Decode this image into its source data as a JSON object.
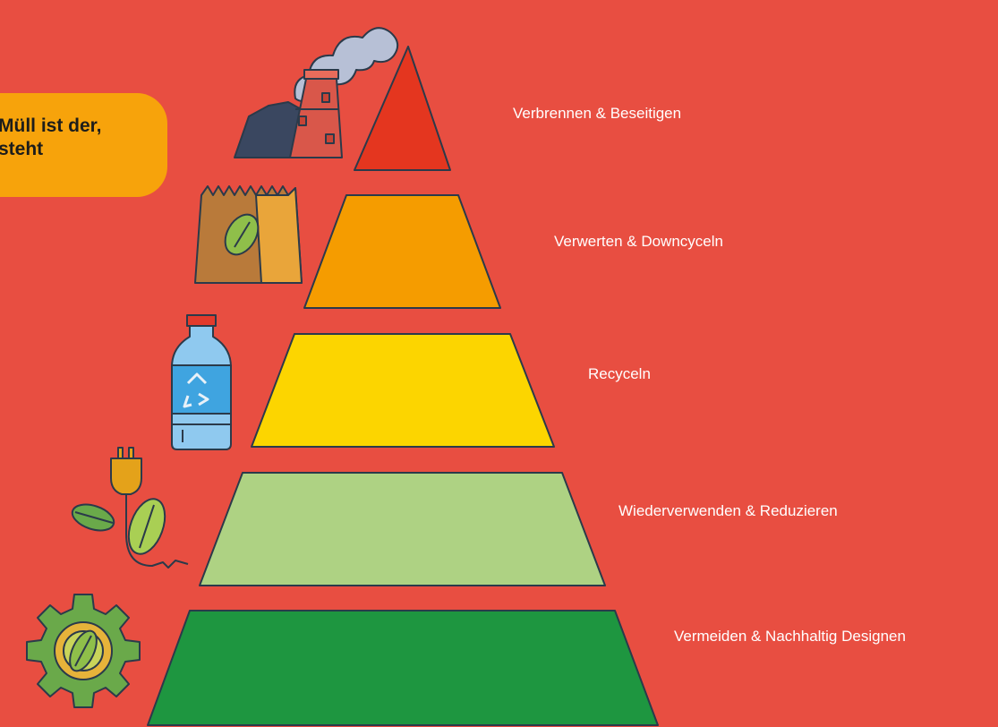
{
  "callout": {
    "line1": "Müll ist der,",
    "line2": "steht"
  },
  "tiers": [
    {
      "label": "Verbrennen & Beseitigen",
      "color": "#e4361f",
      "icon": "factory-chimney-icon"
    },
    {
      "label": "Verwerten & Downcyceln",
      "color": "#f59c00",
      "icon": "paper-bag-leaf-icon"
    },
    {
      "label": "Recyceln",
      "color": "#fcd500",
      "icon": "plastic-bottle-recycle-icon"
    },
    {
      "label": "Wiederverwenden & Reduzieren",
      "color": "#aed283",
      "icon": "plug-leaves-icon"
    },
    {
      "label": "Vermeiden & Nachhaltig Designen",
      "color": "#1e9640",
      "icon": "gear-leaf-icon"
    }
  ],
  "colors": {
    "background": "#e84e41",
    "callout": "#f7a30b",
    "outline": "#2b3a4a"
  }
}
